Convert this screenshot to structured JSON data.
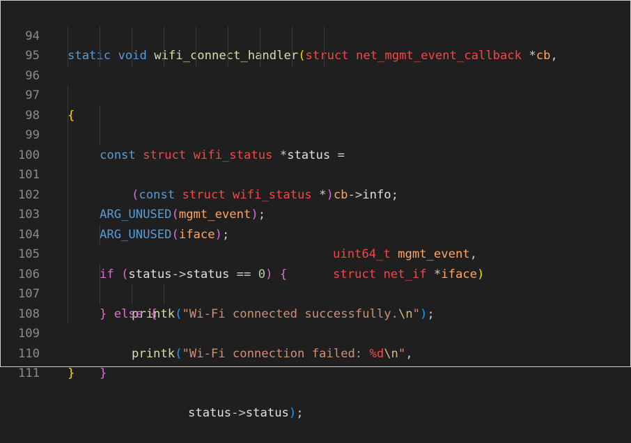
{
  "editor": {
    "line_numbers": [
      "94",
      "95",
      "96",
      "97",
      "98",
      "99",
      "100",
      "101",
      "102",
      "103",
      "104",
      "105",
      "106",
      "107",
      "108",
      "109",
      "110",
      "111"
    ],
    "colors": {
      "background": "#1f1f1f",
      "line_number": "#8b8b8b",
      "keyword": "#569cd6",
      "type": "#f44747",
      "function": "#dcdcaa",
      "string": "#ce9178"
    },
    "tokens": {
      "l94": {
        "static": "static",
        "void": "void",
        "fn": "wifi_connect_handler",
        "paren": "(",
        "struct": "struct",
        "type": "net_mgmt_event_callback",
        "ptr": "*",
        "param": "cb",
        "comma": ","
      },
      "l95": {
        "type": "uint64_t",
        "param": "mgmt_event",
        "comma": ","
      },
      "l96": {
        "struct": "struct",
        "type": "net_if",
        "ptr": "*",
        "param": "iface",
        "paren": ")"
      },
      "l97": {
        "brace": "{"
      },
      "l98": {
        "const": "const",
        "struct": "struct",
        "type": "wifi_status",
        "ptr": "*",
        "var": "status",
        "eq": "="
      },
      "l99": {
        "open": "(",
        "const": "const",
        "struct": "struct",
        "type": "wifi_status",
        "ptr": "*",
        "close": ")",
        "cb": "cb",
        "arrow": "->",
        "field": "info",
        "semi": ";"
      },
      "l101": {
        "macro": "ARG_UNUSED",
        "open": "(",
        "arg": "mgmt_event",
        "close": ")",
        "semi": ";"
      },
      "l102": {
        "macro": "ARG_UNUSED",
        "open": "(",
        "arg": "iface",
        "close": ")",
        "semi": ";"
      },
      "l104": {
        "if": "if",
        "open": "(",
        "var": "status",
        "arrow": "->",
        "field": "status",
        "eq": "==",
        "num": "0",
        "close": ")",
        "brace": "{"
      },
      "l105": {
        "fn": "printk",
        "open": "(",
        "str": "\"Wi-Fi connected successfully.",
        "esc": "\\n",
        "strend": "\"",
        "close": ")",
        "semi": ";"
      },
      "l106": {
        "close_brace": "}",
        "else": "else",
        "brace": "{"
      },
      "l107": {
        "fn": "printk",
        "open": "(",
        "str": "\"Wi-Fi connection failed: ",
        "fmt": "%d",
        "esc": "\\n",
        "strend": "\"",
        "comma": ","
      },
      "l108": {
        "var": "status",
        "arrow": "->",
        "field": "status",
        "close": ")",
        "semi": ";"
      },
      "l109": {
        "brace": "}"
      },
      "l110": {
        "brace": "}"
      }
    }
  }
}
